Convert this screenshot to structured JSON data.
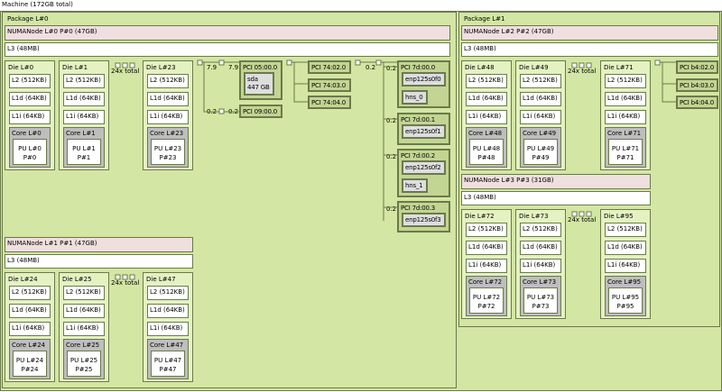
{
  "machine": {
    "label": "Machine (172GB total)"
  },
  "dies_total_label": "24x total",
  "packages": [
    {
      "label": "Package L#0",
      "numa": [
        {
          "label": "NUMANode L#0 P#0 (47GB)",
          "l3": "L3 (48MB)",
          "dies": [
            {
              "label": "Die L#0",
              "l2": "L2 (512KB)",
              "l1d": "L1d (64KB)",
              "l1i": "L1i (64KB)",
              "core": "Core L#0",
              "pu": "PU L#0",
              "pu_p": "P#0"
            },
            {
              "label": "Die L#1",
              "l2": "L2 (512KB)",
              "l1d": "L1d (64KB)",
              "l1i": "L1i (64KB)",
              "core": "Core L#1",
              "pu": "PU L#1",
              "pu_p": "P#1"
            },
            {
              "label": "Die L#23",
              "l2": "L2 (512KB)",
              "l1d": "L1d (64KB)",
              "l1i": "L1i (64KB)",
              "core": "Core L#23",
              "pu": "PU L#23",
              "pu_p": "P#23"
            }
          ]
        },
        {
          "label": "NUMANode L#1 P#1 (47GB)",
          "l3": "L3 (48MB)",
          "dies": [
            {
              "label": "Die L#24",
              "l2": "L2 (512KB)",
              "l1d": "L1d (64KB)",
              "l1i": "L1i (64KB)",
              "core": "Core L#24",
              "pu": "PU L#24",
              "pu_p": "P#24"
            },
            {
              "label": "Die L#25",
              "l2": "L2 (512KB)",
              "l1d": "L1d (64KB)",
              "l1i": "L1i (64KB)",
              "core": "Core L#25",
              "pu": "PU L#25",
              "pu_p": "P#25"
            },
            {
              "label": "Die L#47",
              "l2": "L2 (512KB)",
              "l1d": "L1d (64KB)",
              "l1i": "L1i (64KB)",
              "core": "Core L#47",
              "pu": "PU L#47",
              "pu_p": "P#47"
            }
          ]
        }
      ]
    },
    {
      "label": "Package L#1",
      "numa": [
        {
          "label": "NUMANode L#2 P#2 (47GB)",
          "l3": "L3 (48MB)",
          "dies": [
            {
              "label": "Die L#48",
              "l2": "L2 (512KB)",
              "l1d": "L1d (64KB)",
              "l1i": "L1i (64KB)",
              "core": "Core L#48",
              "pu": "PU L#48",
              "pu_p": "P#48"
            },
            {
              "label": "Die L#49",
              "l2": "L2 (512KB)",
              "l1d": "L1d (64KB)",
              "l1i": "L1i (64KB)",
              "core": "Core L#49",
              "pu": "PU L#49",
              "pu_p": "P#49"
            },
            {
              "label": "Die L#71",
              "l2": "L2 (512KB)",
              "l1d": "L1d (64KB)",
              "l1i": "L1i (64KB)",
              "core": "Core L#71",
              "pu": "PU L#71",
              "pu_p": "P#71"
            }
          ]
        },
        {
          "label": "NUMANode L#3 P#3 (31GB)",
          "l3": "L3 (48MB)",
          "dies": [
            {
              "label": "Die L#72",
              "l2": "L2 (512KB)",
              "l1d": "L1d (64KB)",
              "l1i": "L1i (64KB)",
              "core": "Core L#72",
              "pu": "PU L#72",
              "pu_p": "P#72"
            },
            {
              "label": "Die L#73",
              "l2": "L2 (512KB)",
              "l1d": "L1d (64KB)",
              "l1i": "L1i (64KB)",
              "core": "Core L#73",
              "pu": "PU L#73",
              "pu_p": "P#73"
            },
            {
              "label": "Die L#95",
              "l2": "L2 (512KB)",
              "l1d": "L1d (64KB)",
              "l1i": "L1i (64KB)",
              "core": "Core L#95",
              "pu": "PU L#95",
              "pu_p": "P#95"
            }
          ]
        }
      ]
    }
  ],
  "pci": {
    "group1": {
      "link_speeds": [
        "7.9",
        "7.9",
        "0.2",
        "0.2"
      ],
      "dev_a": {
        "label": "PCI 05:00.0",
        "os": [
          {
            "name": "sda",
            "size": "447 GB"
          }
        ]
      },
      "dev_b": {
        "label": "PCI 09:00.0"
      }
    },
    "group2": [
      "PCI 74:02.0",
      "PCI 74:03.0",
      "PCI 74:04.0"
    ],
    "group3": {
      "bridge_speed": "0.2",
      "devices": [
        {
          "label": "PCI 7d:00.0",
          "speed": "0.2",
          "os": [
            "enp125s0f0",
            "hns_0"
          ]
        },
        {
          "label": "PCI 7d:00.1",
          "speed": "0.2",
          "os": [
            "enp125s0f1"
          ]
        },
        {
          "label": "PCI 7d:00.2",
          "speed": "0.2",
          "os": [
            "enp125s0f2",
            "hns_1"
          ]
        },
        {
          "label": "PCI 7d:00.3",
          "speed": "0.2",
          "os": [
            "enp125s0f3"
          ]
        }
      ]
    },
    "group4": [
      "PCI b4:02.0",
      "PCI b4:03.0",
      "PCI b4:04.0"
    ]
  }
}
